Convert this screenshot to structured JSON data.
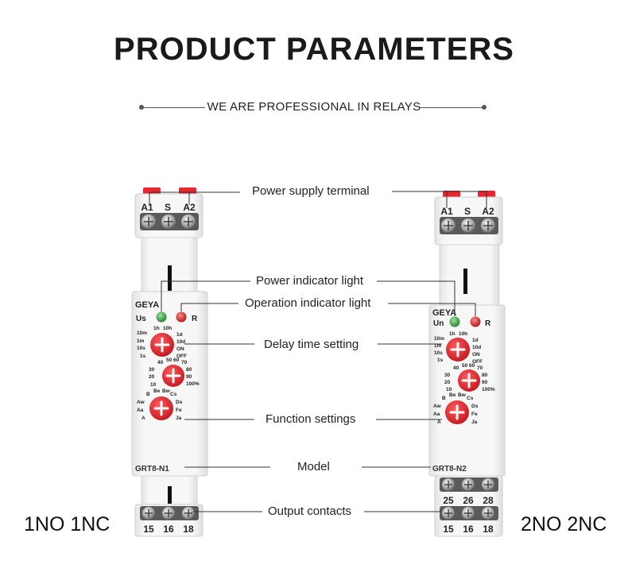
{
  "heading": {
    "title": "PRODUCT PARAMETERS",
    "subtitle": "WE ARE PROFESSIONAL IN RELAYS"
  },
  "callouts": {
    "power_supply_terminal": "Power supply terminal",
    "power_indicator_light": "Power indicator light",
    "operation_indicator_light": "Operation indicator light",
    "delay_time_setting": "Delay time setting",
    "function_settings": "Function settings",
    "model": "Model",
    "output_contacts": "Output contacts"
  },
  "relay_left": {
    "brand": "GEYA",
    "model": "GRT8-N1",
    "contact_type": "1NO 1NC",
    "top_terminals": [
      "A1",
      "S",
      "A2"
    ],
    "bottom_terminals": [
      "15",
      "16",
      "18"
    ],
    "led_power_label": "Us",
    "led_run_label": "R",
    "time_range_left": [
      "1m",
      "10s",
      "1s"
    ],
    "time_range_left_top": "10m",
    "time_range_top": [
      "1h",
      "10h"
    ],
    "time_range_right": [
      "1d",
      "10d",
      "ON",
      "OFF"
    ],
    "percent_top": [
      "40",
      "50",
      "60",
      "70"
    ],
    "percent_left": [
      "30",
      "20",
      "10"
    ],
    "percent_right": [
      "80",
      "90",
      "100%"
    ],
    "function_top": [
      "B",
      "Be",
      "Bw",
      "Cs"
    ],
    "function_left": [
      "Aw",
      "Aa",
      "A"
    ],
    "function_right": [
      "Ds",
      "Fe",
      "Ja"
    ]
  },
  "relay_right": {
    "brand": "GEYA",
    "model": "GRT8-N2",
    "contact_type": "2NO 2NC",
    "top_terminals": [
      "A1",
      "S",
      "A2"
    ],
    "mid_terminals": [
      "25",
      "26",
      "28"
    ],
    "bottom_terminals": [
      "15",
      "16",
      "18"
    ],
    "led_power_label": "Un",
    "led_run_label": "R",
    "time_range_left": [
      "1m",
      "10s",
      "1s"
    ],
    "time_range_left_top": "10m",
    "time_range_top": [
      "1h",
      "10h"
    ],
    "time_range_right": [
      "1d",
      "10d",
      "ON",
      "OFF"
    ],
    "percent_top": [
      "40",
      "50",
      "60",
      "70"
    ],
    "percent_left": [
      "30",
      "20",
      "10"
    ],
    "percent_right": [
      "80",
      "90",
      "100%"
    ],
    "function_top": [
      "B",
      "Be",
      "Bw",
      "Cs"
    ],
    "function_left": [
      "Aw",
      "Aa",
      "A"
    ],
    "function_right": [
      "Ds",
      "Fe",
      "Ja"
    ]
  },
  "colors": {
    "knob_red": "#e8262e",
    "led_green": "#2e9e3a",
    "led_red": "#d61f1f",
    "terminal_cap_red": "#e8262e",
    "housing": "#f2f2f2"
  }
}
